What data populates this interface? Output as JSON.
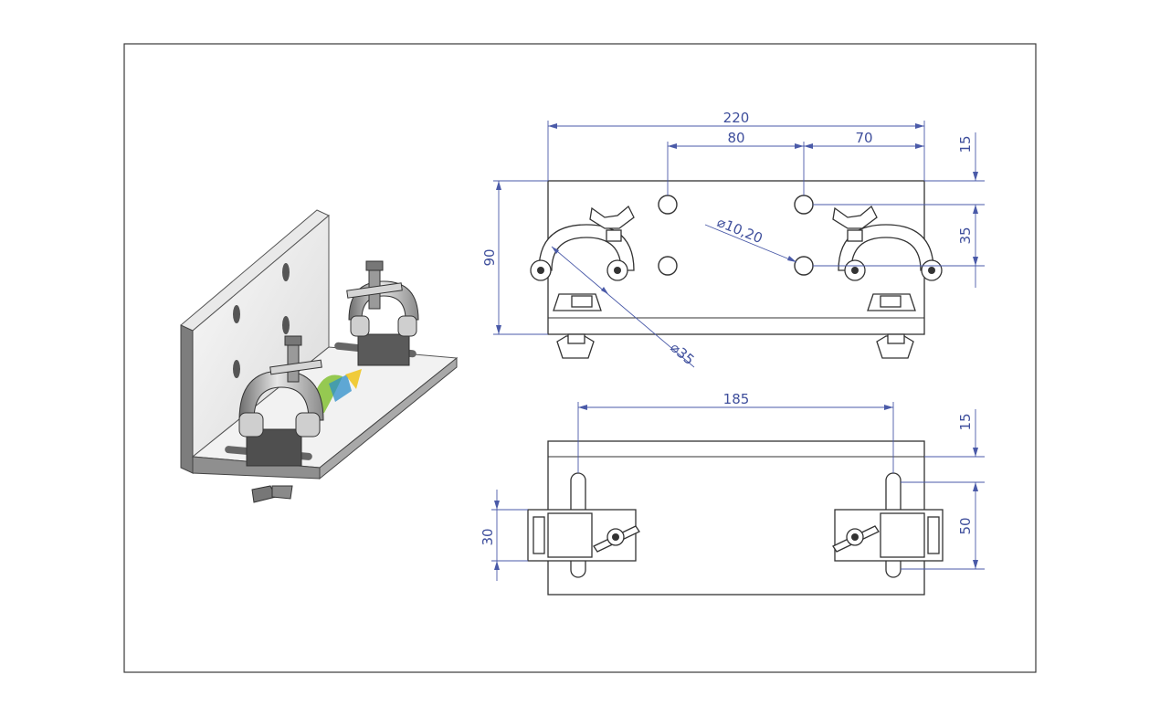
{
  "dimensions": {
    "overall_width": "220",
    "hole_spacing": "80",
    "hole_offset_right": "70",
    "top_offset": "15",
    "hole_vertical_spacing": "35",
    "plate_height": "90",
    "hole_diameter": "⌀10,20",
    "tube_diameter": "⌀35",
    "slot_spacing": "185",
    "bottom_top_offset": "15",
    "slot_length": "50",
    "clamp_width": "30"
  },
  "colors": {
    "dimension": "#4a5aa8",
    "outline": "#333333",
    "logo_green": "#8bc43f"
  }
}
